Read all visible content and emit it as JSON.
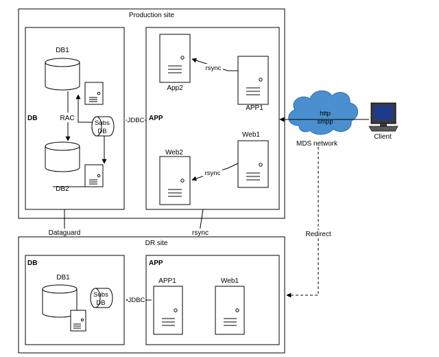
{
  "colors": {
    "line": "#000000",
    "background": "#ffffff",
    "cloud_fill": "#4a90d0",
    "cloud_stroke": "#2e6ca8",
    "monitor_frame": "#3a3a3a",
    "monitor_screen": "#1e3a8a"
  },
  "production": {
    "title": "Production site",
    "db_group": {
      "label": "DB",
      "db1": "DB1",
      "db2": "DB2",
      "rac": "RAC",
      "subs_db": "Subs\nDB"
    },
    "app_group": {
      "label": "APP",
      "app2": "App2",
      "app1": "APP1",
      "web1": "Web1",
      "web2": "Web2",
      "rsync_top": "rsync",
      "rsync_bottom": "rsync"
    },
    "jdbc": "JDBC"
  },
  "connections": {
    "dataguard": "Dataguard",
    "rsync": "rsync",
    "redirect": "Redirect"
  },
  "network": {
    "name": "MDS network",
    "protocols": "http\nsmpp"
  },
  "client": {
    "label": "Client",
    "icon": "computer-icon"
  },
  "dr": {
    "title": "DR site",
    "db_group": {
      "label": "DB",
      "db1": "DB1",
      "subs_db": "Subs\nDB"
    },
    "app_group": {
      "label": "APP",
      "app1": "APP1",
      "web1": "Web1"
    },
    "jdbc": "JDBC"
  },
  "icons": {
    "server": "server-icon",
    "database": "database-cylinder-icon",
    "cloud": "cloud-icon"
  }
}
